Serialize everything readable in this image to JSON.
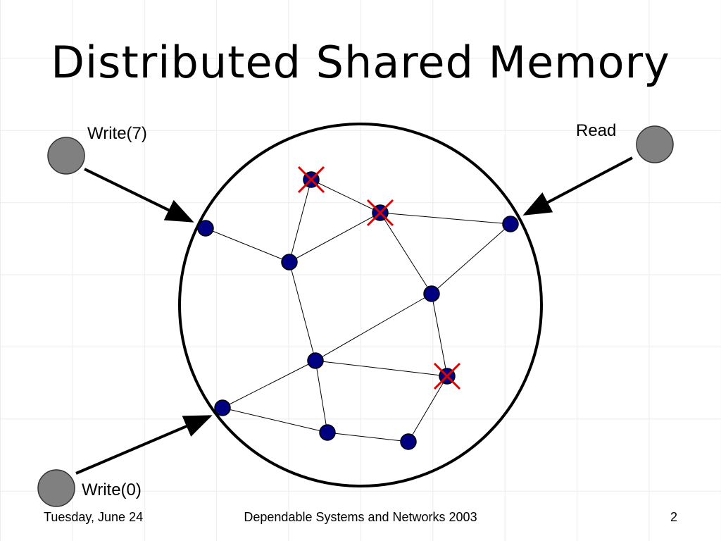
{
  "slide": {
    "title": "Distributed Shared Memory",
    "page_number": "2"
  },
  "labels": {
    "write_top": "Write(7)",
    "read": "Read",
    "write_bottom": "Write(0)"
  },
  "footer": {
    "date": "Tuesday, June 24",
    "center": "Dependable Systems and Networks 2003"
  },
  "colors": {
    "node_fill": "#000080",
    "client_fill": "#808080",
    "failure_mark": "#e00000",
    "edge": "#000000"
  },
  "diagram": {
    "nodes": [
      {
        "id": "n1",
        "failed": true
      },
      {
        "id": "n2",
        "failed": true
      },
      {
        "id": "n3",
        "failed": false
      },
      {
        "id": "n4",
        "failed": false
      },
      {
        "id": "n5",
        "failed": false
      },
      {
        "id": "n6",
        "failed": false
      },
      {
        "id": "n7",
        "failed": false
      },
      {
        "id": "n8",
        "failed": true
      },
      {
        "id": "n9",
        "failed": false
      },
      {
        "id": "n10",
        "failed": false
      },
      {
        "id": "n11",
        "failed": false
      }
    ],
    "edges": [
      [
        "n1",
        "n2"
      ],
      [
        "n1",
        "n5"
      ],
      [
        "n4",
        "n5"
      ],
      [
        "n2",
        "n5"
      ],
      [
        "n2",
        "n3"
      ],
      [
        "n3",
        "n6"
      ],
      [
        "n2",
        "n6"
      ],
      [
        "n5",
        "n7"
      ],
      [
        "n6",
        "n7"
      ],
      [
        "n6",
        "n8"
      ],
      [
        "n7",
        "n8"
      ],
      [
        "n7",
        "n9"
      ],
      [
        "n7",
        "n10"
      ],
      [
        "n9",
        "n10"
      ],
      [
        "n10",
        "n11"
      ],
      [
        "n11",
        "n8"
      ]
    ],
    "clients": [
      {
        "id": "client-write7",
        "label_key": "write_top",
        "target": "n4"
      },
      {
        "id": "client-read",
        "label_key": "read",
        "target": "n3"
      },
      {
        "id": "client-write0",
        "label_key": "write_bottom",
        "target": "n9"
      }
    ]
  }
}
